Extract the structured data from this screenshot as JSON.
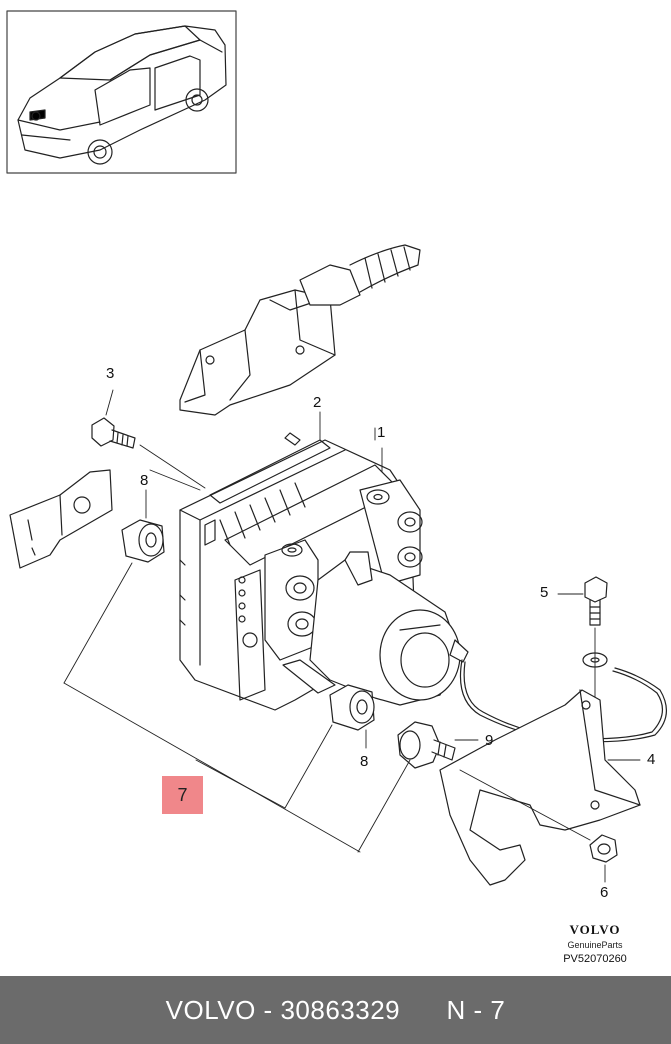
{
  "callouts": {
    "c1": "1",
    "c2": "2",
    "c3": "3",
    "c4": "4",
    "c5": "5",
    "c6": "6",
    "c7": "7",
    "c8a": "8",
    "c8b": "8",
    "c9": "9"
  },
  "brand": {
    "wordmark": "VOLVO",
    "sub": "GenuineParts",
    "code": "PV52070260"
  },
  "footer": {
    "part_info": "VOLVO - 30863329",
    "page": "N - 7"
  },
  "colors": {
    "highlight": "#f0878a",
    "footer_bg": "#6b6b6b",
    "footer_text": "#ffffff"
  }
}
